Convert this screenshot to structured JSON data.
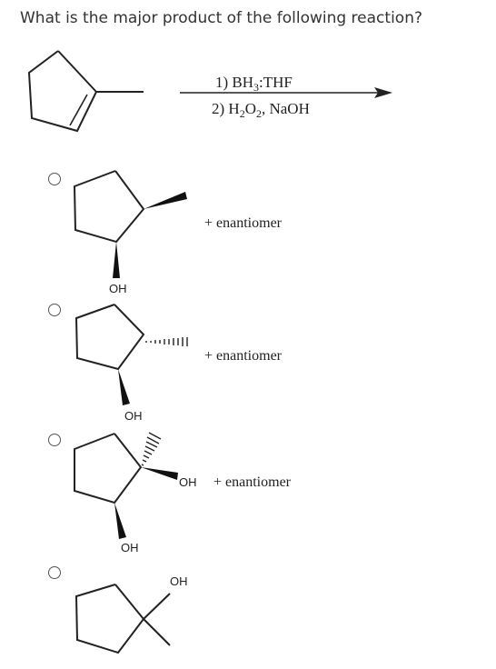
{
  "question": {
    "text": "What is the major product of the following reaction?"
  },
  "reaction": {
    "step1": "1) BH",
    "step1_sub": "3",
    "step1_rest": ":THF",
    "step2": "2) H",
    "step2_sub1": "2",
    "step2_mid": "O",
    "step2_sub2": "2",
    "step2_rest": ", NaOH"
  },
  "options": [
    {
      "oh_label": "OH",
      "suffix": "+ enantiomer"
    },
    {
      "oh_label": "OH",
      "suffix": "+ enantiomer"
    },
    {
      "oh_label": "OH",
      "oh_label_2": "OH",
      "suffix": "+ enantiomer"
    },
    {
      "oh_label": "OH",
      "suffix": ""
    }
  ],
  "colors": {
    "text": "#222222",
    "question": "#333333",
    "radio_border": "#555555"
  }
}
